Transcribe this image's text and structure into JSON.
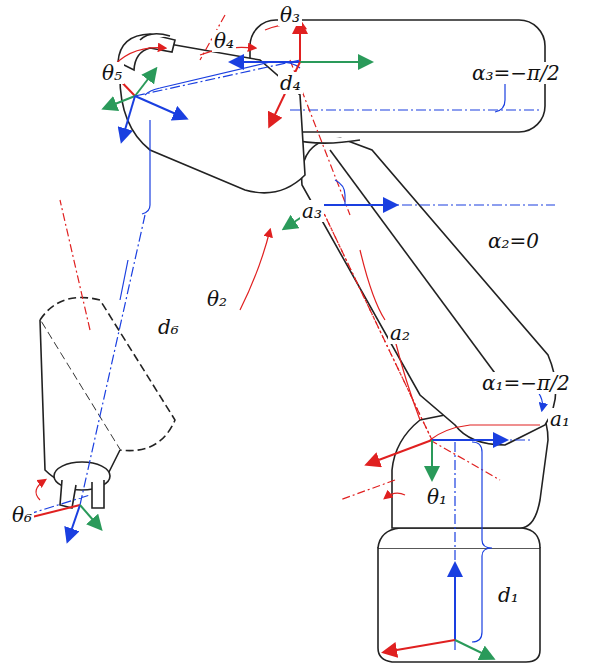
{
  "diagram": {
    "labels": [
      "θ₅",
      "θ₄",
      "θ₃",
      "d₄",
      "α₃=−π/2",
      "a₃",
      "α₂=0",
      "θ₂",
      "a₂",
      "α₁=−π/2",
      "a₁",
      "θ₁",
      "d₁",
      "d₆",
      "θ₆"
    ]
  }
}
